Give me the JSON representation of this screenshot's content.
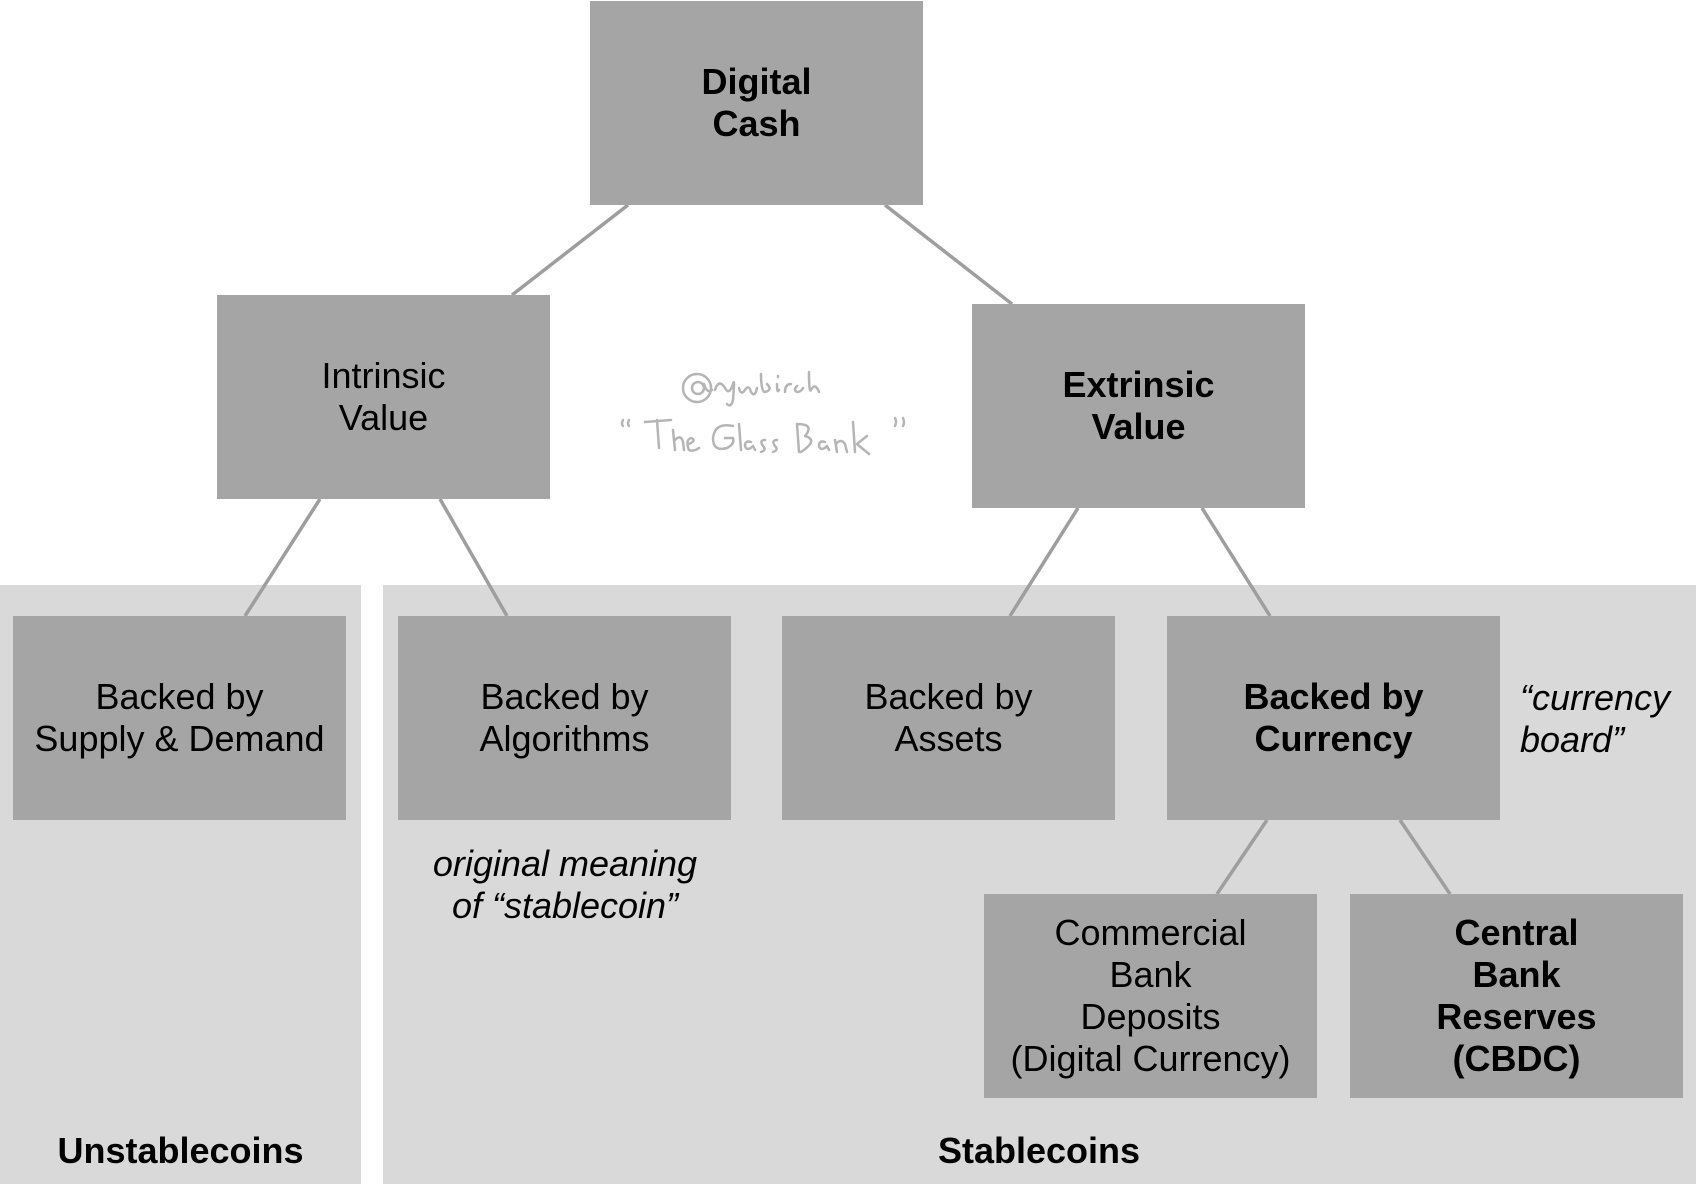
{
  "nodes": {
    "digital_cash": "Digital\nCash",
    "intrinsic_value": "Intrinsic\nValue",
    "extrinsic_value": "Extrinsic\nValue",
    "backed_supply_demand": "Backed by\nSupply & Demand",
    "backed_algorithms": "Backed by\nAlgorithms",
    "backed_assets": "Backed by\nAssets",
    "backed_currency": "Backed by\nCurrency",
    "commercial_bank_deposits": "Commercial\nBank\nDeposits\n(Digital Currency)",
    "central_bank_reserves": "Central\nBank\nReserves\n(CBDC)"
  },
  "notes": {
    "original_meaning": "original meaning\nof “stablecoin”",
    "currency_board": "“currency\nboard”"
  },
  "regions": {
    "unstablecoins": "Unstablecoins",
    "stablecoins": "Stablecoins"
  },
  "signature": {
    "handle": "@dgwbirch",
    "book": "“ The Glass Bank ”"
  },
  "colors": {
    "node_fill": "#a5a5a5",
    "region_fill": "#d9d9d9",
    "connector": "#9e9e9e",
    "signature": "#b5b5b5"
  }
}
